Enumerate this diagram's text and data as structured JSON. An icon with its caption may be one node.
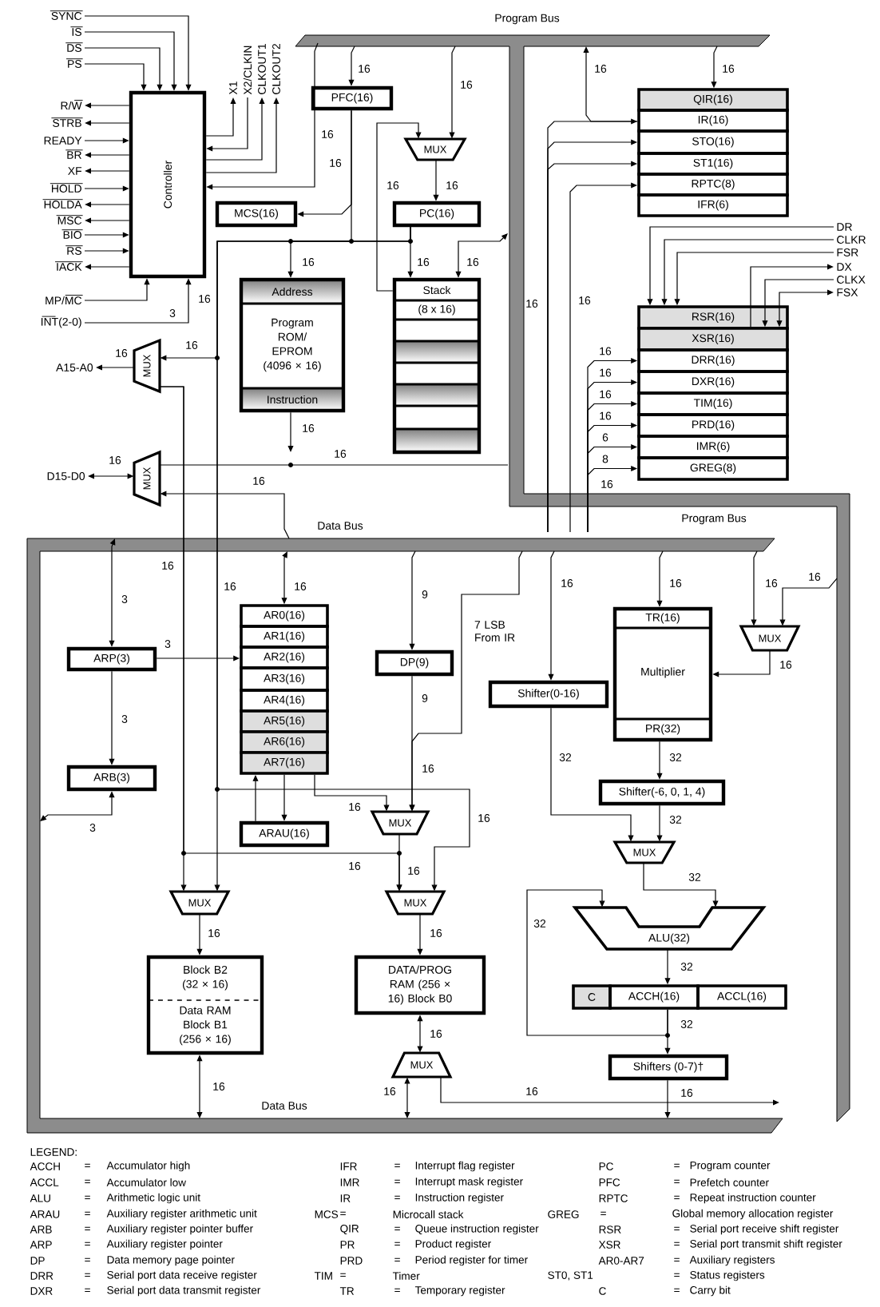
{
  "diagram": {
    "nodes": [
      {
        "text": [
          "SYNC"
        ]
      },
      {
        "text": [
          "IS"
        ]
      },
      {
        "text": [
          "DS"
        ]
      },
      {
        "text": [
          "PS"
        ]
      },
      {
        "text": [
          "Controller"
        ]
      },
      {
        "text": [
          "R/W"
        ]
      },
      {
        "text": [
          "STRB"
        ]
      },
      {
        "text": [
          "READY"
        ]
      },
      {
        "text": [
          "BR"
        ]
      },
      {
        "text": [
          "XF"
        ]
      },
      {
        "text": [
          "HOLD"
        ]
      },
      {
        "text": [
          "HOLDA"
        ]
      },
      {
        "text": [
          "MSC"
        ]
      },
      {
        "text": [
          "BIO"
        ]
      },
      {
        "text": [
          "RS"
        ]
      },
      {
        "text": [
          "IACK"
        ]
      },
      {
        "text": [
          "MP/MC"
        ]
      },
      {
        "text": [
          "INT(2-0)"
        ]
      },
      {
        "text": [
          "X1"
        ]
      },
      {
        "text": [
          "X2/CLKIN"
        ]
      },
      {
        "text": [
          "CLKOUT1"
        ]
      },
      {
        "text": [
          "CLKOUT2"
        ]
      },
      {
        "text": [
          "PFC(16)"
        ]
      },
      {
        "text": [
          "MUX"
        ]
      },
      {
        "text": [
          "MCS(16)"
        ]
      },
      {
        "text": [
          "PC(16)"
        ]
      },
      {
        "text": [
          "Address",
          "Program ROM/ EPROM (4096 × 16)",
          "Instruction"
        ]
      },
      {
        "text": [
          "Stack",
          "(8 x 16)"
        ]
      },
      {
        "text": [
          "QIR(16)"
        ]
      },
      {
        "text": [
          "IR(16)"
        ]
      },
      {
        "text": [
          "STO(16)"
        ]
      },
      {
        "text": [
          "ST1(16)"
        ]
      },
      {
        "text": [
          "RPTC(8)"
        ]
      },
      {
        "text": [
          "IFR(6)"
        ]
      },
      {
        "text": [
          "DR"
        ]
      },
      {
        "text": [
          "CLKR"
        ]
      },
      {
        "text": [
          "FSR"
        ]
      },
      {
        "text": [
          "DX"
        ]
      },
      {
        "text": [
          "CLKX"
        ]
      },
      {
        "text": [
          "FSX"
        ]
      },
      {
        "text": [
          "RSR(16)"
        ]
      },
      {
        "text": [
          "XSR(16)"
        ]
      },
      {
        "text": [
          "DRR(16)"
        ]
      },
      {
        "text": [
          "DXR(16)"
        ]
      },
      {
        "text": [
          "TIM(16)"
        ]
      },
      {
        "text": [
          "PRD(16)"
        ]
      },
      {
        "text": [
          "IMR(6)"
        ]
      },
      {
        "text": [
          "GREG(8)"
        ]
      },
      {
        "text": [
          "A15-A0"
        ]
      },
      {
        "text": [
          "MUX"
        ]
      },
      {
        "text": [
          "D15-D0"
        ]
      },
      {
        "text": [
          "MUX"
        ]
      },
      {
        "text": [
          "ARP(3)"
        ]
      },
      {
        "text": [
          "ARB(3)"
        ]
      },
      {
        "text": [
          "AR0(16)"
        ]
      },
      {
        "text": [
          "AR1(16)"
        ]
      },
      {
        "text": [
          "AR2(16)"
        ]
      },
      {
        "text": [
          "AR3(16)"
        ]
      },
      {
        "text": [
          "AR4(16)"
        ]
      },
      {
        "text": [
          "AR5(16)"
        ]
      },
      {
        "text": [
          "AR6(16)"
        ]
      },
      {
        "text": [
          "AR7(16)"
        ]
      },
      {
        "text": [
          "ARAU(16)"
        ]
      },
      {
        "text": [
          "DP(9)"
        ]
      },
      {
        "text": [
          "MUX"
        ]
      },
      {
        "text": [
          "MUX"
        ]
      },
      {
        "text": [
          "MUX"
        ]
      },
      {
        "text": [
          "Block B2 (32 × 16)",
          "Data RAM Block B1 (256 × 16)"
        ]
      },
      {
        "text": [
          "DATA/PROG RAM (256 × 16) Block B0"
        ]
      },
      {
        "text": [
          "MUX"
        ]
      },
      {
        "text": [
          "Shifter(0-16)"
        ]
      },
      {
        "text": [
          "TR(16)",
          "Multiplier",
          "PR(32)"
        ]
      },
      {
        "text": [
          "MUX"
        ]
      },
      {
        "text": [
          "Shifter(-6, 0, 1, 4)"
        ]
      },
      {
        "text": [
          "MUX"
        ]
      },
      {
        "text": [
          "ALU(32)"
        ]
      },
      {
        "text": [
          "C"
        ]
      },
      {
        "text": [
          "ACCH(16)"
        ]
      },
      {
        "text": [
          "ACCL(16)"
        ]
      },
      {
        "text": [
          "Shifters (0-7)†"
        ]
      }
    ],
    "edges": [
      {
        "from": 0,
        "to": 4,
        "arrow": "to"
      },
      {
        "from": 1,
        "to": 4,
        "arrow": "to"
      },
      {
        "from": 2,
        "to": 4,
        "arrow": "to"
      },
      {
        "from": 3,
        "to": 4,
        "arrow": "to"
      },
      {
        "from": 4,
        "to": 5,
        "arrow": "to"
      },
      {
        "from": 4,
        "to": 6,
        "arrow": "to"
      },
      {
        "from": 7,
        "to": 4,
        "arrow": "to"
      },
      {
        "from": 4,
        "to": 8,
        "arrow": "to"
      },
      {
        "from": 4,
        "to": 9,
        "arrow": "to"
      },
      {
        "from": 10,
        "to": 4,
        "arrow": "to"
      },
      {
        "from": 4,
        "to": 11,
        "arrow": "to"
      },
      {
        "from": 4,
        "to": 12,
        "arrow": "to"
      },
      {
        "from": 13,
        "to": 4,
        "arrow": "to"
      },
      {
        "from": 14,
        "to": 4,
        "arrow": "to"
      },
      {
        "from": 4,
        "to": 15,
        "arrow": "to"
      },
      {
        "from": 16,
        "to": 4,
        "arrow": "to"
      },
      {
        "from": 17,
        "to": 4,
        "arrow": "to",
        "label": "3"
      },
      {
        "from": 4,
        "to": 18,
        "arrow": "to"
      },
      {
        "from": 19,
        "to": 4,
        "arrow": "to"
      },
      {
        "from": 4,
        "to": 20,
        "arrow": "to"
      },
      {
        "from": 4,
        "to": 21,
        "arrow": "to"
      },
      {
        "from": null,
        "to": 4,
        "arrow": "to",
        "label": "16"
      },
      {
        "from": null,
        "to": 22,
        "arrow": "to",
        "label": "16"
      },
      {
        "from": 22,
        "to": 24,
        "arrow": "to"
      },
      {
        "from": 22,
        "to": 26,
        "arrow": "to",
        "label": "16"
      },
      {
        "from": 25,
        "to": 27,
        "arrow": "to",
        "label": "16"
      },
      {
        "from": 25,
        "to": 49,
        "arrow": "to",
        "label": "16"
      },
      {
        "from": 23,
        "to": 25,
        "arrow": "to",
        "label": "16"
      },
      {
        "from": null,
        "to": 23,
        "arrow": "to",
        "label": "16"
      },
      {
        "from": 27,
        "to": 23,
        "arrow": "to",
        "label": "16"
      },
      {
        "from": 27,
        "to": null,
        "arrow": "both",
        "label": "16"
      },
      {
        "from": 26,
        "to": null,
        "arrow": "to",
        "label": "16"
      },
      {
        "from": 49,
        "to": 48,
        "arrow": "to",
        "label": "16"
      },
      {
        "from": 51,
        "to": 50,
        "arrow": "both",
        "label": "16"
      },
      {
        "from": null,
        "to": 51,
        "arrow": "to",
        "label": "16"
      },
      {
        "from": 51,
        "to": null,
        "arrow": "none",
        "label": "16"
      },
      {
        "from": null,
        "to": 28,
        "arrow": "to",
        "label": "16"
      },
      {
        "from": 29,
        "to": null,
        "arrow": "to",
        "label": "16"
      },
      {
        "from": null,
        "to": 29,
        "arrow": "to"
      },
      {
        "from": null,
        "to": 30,
        "arrow": "to"
      },
      {
        "from": null,
        "to": 31,
        "arrow": "to"
      },
      {
        "from": null,
        "to": 32,
        "arrow": "to"
      },
      {
        "from": 34,
        "to": 40,
        "arrow": "to"
      },
      {
        "from": 35,
        "to": 40,
        "arrow": "to"
      },
      {
        "from": 36,
        "to": 40,
        "arrow": "to"
      },
      {
        "from": 41,
        "to": 37,
        "arrow": "to"
      },
      {
        "from": 38,
        "to": 41,
        "arrow": "to"
      },
      {
        "from": 39,
        "to": 41,
        "arrow": "both"
      },
      {
        "from": null,
        "to": 42,
        "arrow": "to",
        "label": "16"
      },
      {
        "from": null,
        "to": 43,
        "arrow": "to",
        "label": "16"
      },
      {
        "from": null,
        "to": 44,
        "arrow": "to",
        "label": "16"
      },
      {
        "from": null,
        "to": 45,
        "arrow": "to",
        "label": "16"
      },
      {
        "from": null,
        "to": 46,
        "arrow": "to",
        "label": "6"
      },
      {
        "from": null,
        "to": 47,
        "arrow": "to",
        "label": "8"
      },
      {
        "from": null,
        "to": 52,
        "arrow": "both",
        "label": "3"
      },
      {
        "from": 52,
        "to": 53,
        "arrow": "to",
        "label": "3"
      },
      {
        "from": 52,
        "to": 56,
        "arrow": "to",
        "label": "3"
      },
      {
        "from": 53,
        "to": null,
        "arrow": "both",
        "label": "3"
      },
      {
        "from": null,
        "to": 54,
        "arrow": "both",
        "label": "16"
      },
      {
        "from": 61,
        "to": 64,
        "arrow": "to",
        "label": "16"
      },
      {
        "from": 62,
        "to": 61,
        "arrow": "to"
      },
      {
        "from": 61,
        "to": 62,
        "arrow": "to"
      },
      {
        "from": null,
        "to": 63,
        "arrow": "to",
        "label": "9"
      },
      {
        "from": 63,
        "to": 64,
        "arrow": "to",
        "label": "9"
      },
      {
        "from": null,
        "to": 64,
        "arrow": "to",
        "label": "7 LSB From IR"
      },
      {
        "from": 64,
        "to": 66,
        "arrow": "to",
        "label": "16"
      },
      {
        "from": 49,
        "to": 66,
        "arrow": "to",
        "label": "16"
      },
      {
        "from": 25,
        "to": 66,
        "arrow": "to",
        "label": "16"
      },
      {
        "from": 49,
        "to": 65,
        "arrow": "to",
        "label": "16"
      },
      {
        "from": 25,
        "to": 65,
        "arrow": "to",
        "label": "16"
      },
      {
        "from": 65,
        "to": 67,
        "arrow": "to",
        "label": "16"
      },
      {
        "from": 66,
        "to": 68,
        "arrow": "to",
        "label": "16"
      },
      {
        "from": 67,
        "to": null,
        "arrow": "both",
        "label": "16"
      },
      {
        "from": 68,
        "to": 69,
        "arrow": "both",
        "label": "16"
      },
      {
        "from": 69,
        "to": null,
        "arrow": "both",
        "label": "16"
      },
      {
        "from": 69,
        "to": null,
        "arrow": "to",
        "label": "16"
      },
      {
        "from": null,
        "to": 70,
        "arrow": "to",
        "label": "16"
      },
      {
        "from": 70,
        "to": 74,
        "arrow": "to",
        "label": "32"
      },
      {
        "from": null,
        "to": 71,
        "arrow": "to",
        "label": "16"
      },
      {
        "from": null,
        "to": 72,
        "arrow": "to",
        "label": "16"
      },
      {
        "from": null,
        "to": 72,
        "arrow": "to",
        "label": "16"
      },
      {
        "from": 72,
        "to": 71,
        "arrow": "to",
        "label": "16"
      },
      {
        "from": 71,
        "to": 73,
        "arrow": "to",
        "label": "32"
      },
      {
        "from": 73,
        "to": 74,
        "arrow": "to",
        "label": "32"
      },
      {
        "from": 74,
        "to": 75,
        "arrow": "to",
        "label": "32"
      },
      {
        "from": 77,
        "to": 75,
        "arrow": "to",
        "label": "32"
      },
      {
        "from": 75,
        "to": 77,
        "arrow": "to",
        "label": "32"
      },
      {
        "from": 77,
        "to": 79,
        "arrow": "to",
        "label": "32"
      },
      {
        "from": 79,
        "to": null,
        "arrow": "to",
        "label": "16"
      }
    ],
    "labels": [
      "Program Bus",
      "Program Bus",
      "Data Bus",
      "Data Bus",
      "16",
      "16",
      "16",
      "16",
      "16",
      "16",
      "LEGEND:",
      "ACCH",
      "=",
      "Accumulator high",
      "IFR",
      "=",
      "Interrupt flag register",
      "PC",
      "=",
      "Program counter",
      "ACCL",
      "=",
      "Accumulator low",
      "IMR",
      "=",
      "Interrupt mask register",
      "PFC",
      "=",
      "Prefetch counter",
      "ALU",
      "=",
      "Arithmetic logic unit",
      "IR",
      "=",
      "Instruction register",
      "RPTC",
      "=",
      "Repeat instruction counter",
      "ARAU",
      "=",
      "Auxiliary register arithmetic unit",
      "MCS",
      "=",
      "Microcall stack",
      "GREG",
      "=",
      "Global memory allocation register",
      "ARB",
      "=",
      "Auxiliary register pointer buffer",
      "QIR",
      "=",
      "Queue instruction register",
      "RSR",
      "=",
      "Serial port receive shift register",
      "ARP",
      "=",
      "Auxiliary register pointer",
      "PR",
      "=",
      "Product register",
      "XSR",
      "=",
      "Serial port transmit shift register",
      "DP",
      "=",
      "Data memory page pointer",
      "PRD",
      "=",
      "Period register for timer",
      "AR0-AR7",
      "=",
      "Auxiliary registers",
      "DRR",
      "=",
      "Serial port data receive register",
      "TIM",
      "=",
      "Timer",
      "ST0, ST1",
      "=",
      "Status registers",
      "DXR",
      "=",
      "Serial port data transmit register",
      "TR",
      "=",
      "Temporary register",
      "C",
      "=",
      "Carry bit"
    ]
  }
}
